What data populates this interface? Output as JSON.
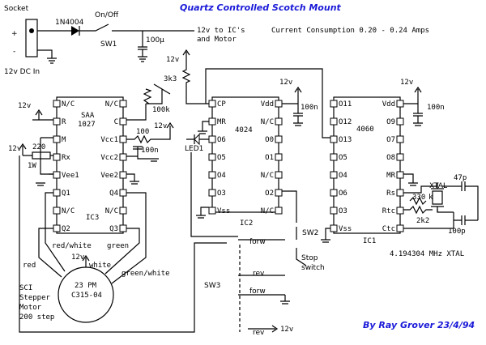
{
  "title": "Quartz Controlled Scotch Mount",
  "author": "By Ray Grover 23/4/94",
  "consumption": "Current Consumption 0.20 - 0.24 Amps",
  "socket": {
    "label": "Socket",
    "plus": "+",
    "minus": "-",
    "dc_in": "12v DC In"
  },
  "diode": "1N4004",
  "switch1": {
    "label": "On/Off",
    "name": "SW1"
  },
  "cap100u": "100µ",
  "supply_note": [
    "12v to IC's",
    "and Motor"
  ],
  "v12": "12v",
  "res3k3": "3k3",
  "res100k": "100k",
  "res100": "100",
  "cap100n": "100n",
  "res220": "220",
  "res1w": "1W",
  "led": "LED1",
  "ic3": {
    "name": "IC3",
    "part": "SAA",
    "part2": "1027",
    "left": [
      "N/C",
      "R",
      "M",
      "Rx",
      "Vee1",
      "Q1",
      "N/C",
      "Q2"
    ],
    "right": [
      "N/C",
      "C",
      "Vcc1",
      "Vcc2",
      "Vee2",
      "Q4",
      "N/C",
      "Q3"
    ]
  },
  "ic2": {
    "name": "IC2",
    "part": "4024",
    "left": [
      "CP",
      "MR",
      "O6",
      "O5",
      "O4",
      "O3",
      "Vss"
    ],
    "right": [
      "Vdd",
      "N/C",
      "O0",
      "O1",
      "N/C",
      "O2",
      "N/C"
    ]
  },
  "ic1": {
    "name": "IC1",
    "part": "4060",
    "left": [
      "O11",
      "O12",
      "O13",
      "O5",
      "O4",
      "O6",
      "O3",
      "Vss"
    ],
    "right": [
      "Vdd",
      "O9",
      "O7",
      "O8",
      "MR",
      "Rs",
      "Rtc",
      "Ctc"
    ]
  },
  "wires": {
    "red_white": "red/white",
    "green": "green",
    "red": "red",
    "white": "white",
    "green_white": "green/white"
  },
  "motor": {
    "pm": "23 PM",
    "model": "C315-04",
    "desc": [
      "SCI",
      "Stepper",
      "Motor",
      "200 step"
    ]
  },
  "sw2": {
    "name": "SW2",
    "desc": [
      "Stop",
      "switch"
    ]
  },
  "sw3": {
    "name": "SW3",
    "forw": "forw",
    "rev": "rev"
  },
  "xtal": {
    "label": "XTAL",
    "freq": "4.194304 MHz XTAL"
  },
  "cap47p": "47p",
  "res330k": "330",
  "res330k_suffix": "k",
  "res2k2": "2k2",
  "cap100p": "100p"
}
